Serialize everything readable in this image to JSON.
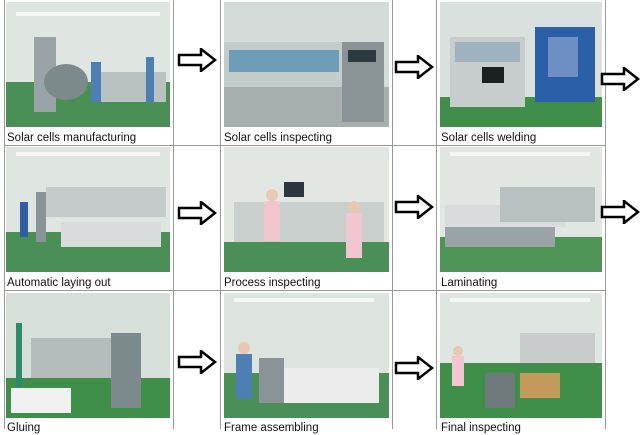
{
  "steps": [
    {
      "label": "Solar cells manufacturing",
      "photo": "factory-photo"
    },
    {
      "label": "Solar cells inspecting",
      "photo": "factory-photo"
    },
    {
      "label": "Solar cells welding",
      "photo": "factory-photo"
    },
    {
      "label": "Automatic laying out",
      "photo": "factory-photo"
    },
    {
      "label": "Process inspecting",
      "photo": "factory-photo"
    },
    {
      "label": "Laminating",
      "photo": "factory-photo"
    },
    {
      "label": "Gluing",
      "photo": "factory-photo"
    },
    {
      "label": "Frame assembling",
      "photo": "factory-photo"
    },
    {
      "label": "Final inspecting",
      "photo": "factory-photo"
    }
  ],
  "arrow_icon": "right-arrow-outline-icon",
  "colors": {
    "grid_line": "#9a9a9a",
    "arrow_stroke": "#000000",
    "floor_green": "#3f8f4a",
    "wall": "#e6ebe8"
  }
}
